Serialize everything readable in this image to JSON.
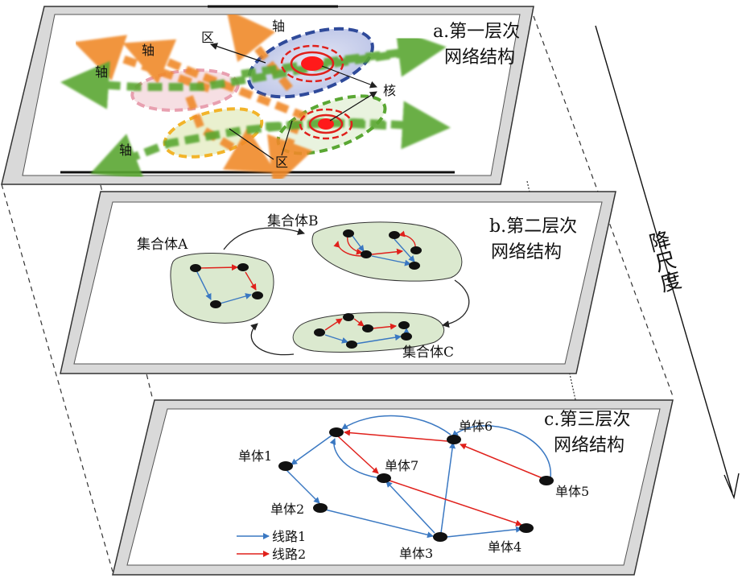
{
  "colors": {
    "frame": "#d9d9d9",
    "frame_edge": "#333333",
    "blue_line": "#3a78c2",
    "red_line": "#e0201b",
    "green_arrow": "#5aa733",
    "orange_arrow": "#f08a2c",
    "cluster_fill": "#dbe9cf",
    "node": "#111111"
  },
  "layer_a": {
    "title_line1": "a.第一层次",
    "title_line2": "网络结构",
    "axis_labels": [
      "轴",
      "轴",
      "轴",
      "轴"
    ],
    "region_labels": [
      "区",
      "区"
    ],
    "core_label": "核"
  },
  "layer_b": {
    "title_line1": "b.第二层次",
    "title_line2": "网络结构",
    "clusters": [
      "集合体A",
      "集合体B",
      "集合体C"
    ]
  },
  "layer_c": {
    "title_line1": "c.第三层次",
    "title_line2": "网络结构",
    "units": [
      "单体1",
      "单体2",
      "单体3",
      "单体4",
      "单体5",
      "单体6",
      "单体7"
    ],
    "legend": [
      "线路1",
      "线路2"
    ]
  },
  "scale_label": "降尺度"
}
